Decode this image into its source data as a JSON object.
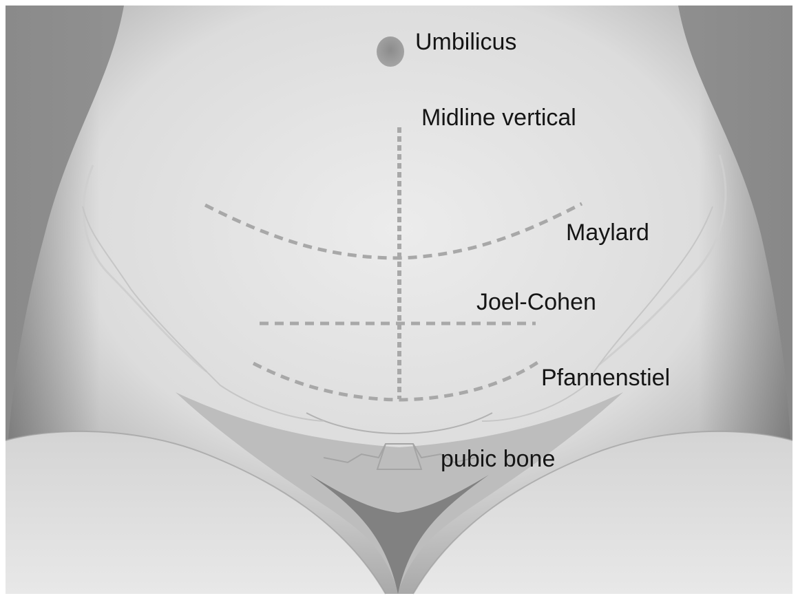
{
  "labels": {
    "umbilicus": "Umbilicus",
    "midline": "Midline vertical",
    "maylard": "Maylard",
    "joel_cohen": "Joel-Cohen",
    "pfannenstiel": "Pfannenstiel",
    "pubic_bone": "pubic bone"
  },
  "colors": {
    "background": "#8f8f8f",
    "torso": "#e0e0e0",
    "incision_line": "#a8a8a8",
    "umbilicus": "#9a9a9a",
    "text": "#151515"
  }
}
